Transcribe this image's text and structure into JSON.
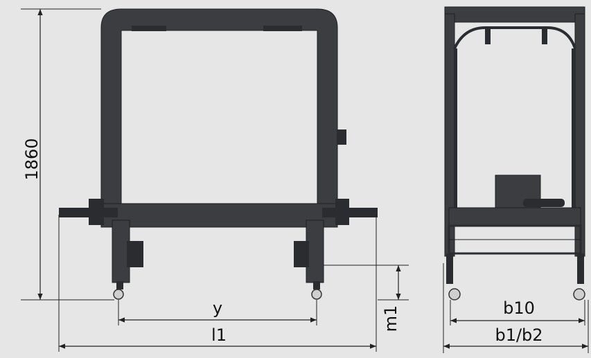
{
  "dimensions": {
    "height": "1860",
    "y": "y",
    "l1": "l1",
    "m1": "m1",
    "b10": "b10",
    "b1_b2": "b1/b2"
  },
  "colors": {
    "background": "#e6e6e6",
    "frame": "#3b3d41",
    "frame_dark": "#2a2c2f",
    "line": "#222222"
  }
}
